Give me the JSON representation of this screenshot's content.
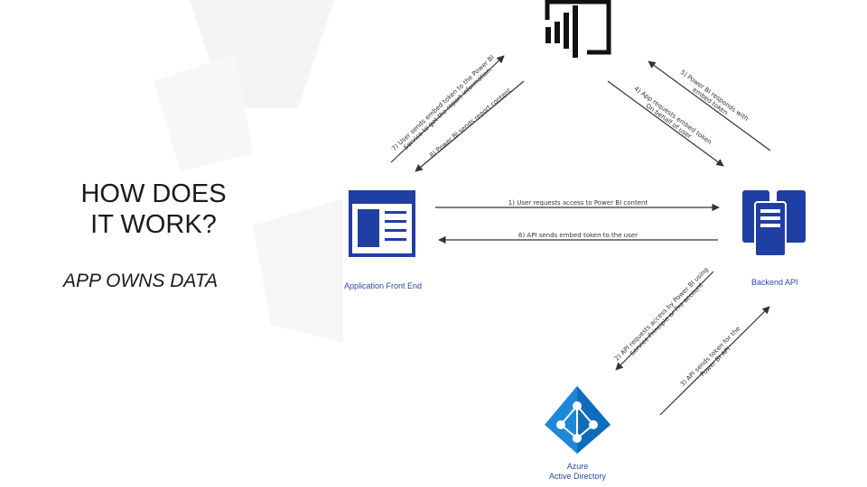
{
  "slide": {
    "title": "HOW DOES\nIT WORK?",
    "subtitle": "APP OWNS DATA"
  },
  "nodes": {
    "powerbi": {
      "icon": "power-bi-icon"
    },
    "frontend": {
      "icon": "application-window-icon",
      "label": "Application Front End"
    },
    "backend": {
      "icon": "server-icon",
      "label": "Backend API"
    },
    "aad": {
      "icon": "azure-active-directory-icon",
      "label_line1": "Azure",
      "label_line2": "Active Directory"
    }
  },
  "steps": {
    "s1": "1) User requests access to Power BI content",
    "s2a": "2) API requests access by Power BI using",
    "s2b": "Service Principle or Pro account",
    "s3a": "3) API sends token for the",
    "s3b": "Power BI API",
    "s4a": "4) App requests embed token",
    "s4b": "On behalf of user",
    "s5a": "5) Power BI responds with",
    "s5b": "embed token",
    "s6": "6) API sends embed token to the user",
    "s7a": "7) User sends embed token to the Power BI",
    "s7b": "Service to get the report information.",
    "s8": "8) Power BI sends report content"
  },
  "colors": {
    "accent": "#1f3fa4",
    "arrow": "#333333",
    "text": "#1a1a1a",
    "aad": "#1e88d8"
  }
}
